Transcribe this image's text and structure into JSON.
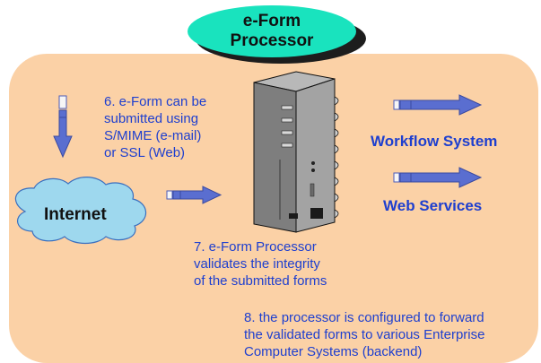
{
  "oval": {
    "title": "e-Form\nProcessor"
  },
  "notes": {
    "step6": "6. e-Form can be\nsubmitted using\nS/MIME  (e-mail)\nor SSL (Web)",
    "step7": "7. e-Form Processor\nvalidates the integrity\nof the submitted forms",
    "step8": "8. the processor is configured to forward\nthe validated forms to various Enterprise\nComputer Systems (backend)"
  },
  "targets": {
    "workflow": "Workflow System",
    "web_services": "Web Services"
  },
  "cloud": {
    "label": "Internet"
  },
  "colors": {
    "panel": "#fbd1a6",
    "oval": "#19e3be",
    "text": "#1e3fcf",
    "arrow": "#5a6ed0",
    "cloud": "#9ed8ee",
    "server": "#8c8c8c"
  },
  "icons": [
    "down-arrow-icon",
    "cloud-icon",
    "right-arrow-icon",
    "server-icon"
  ]
}
